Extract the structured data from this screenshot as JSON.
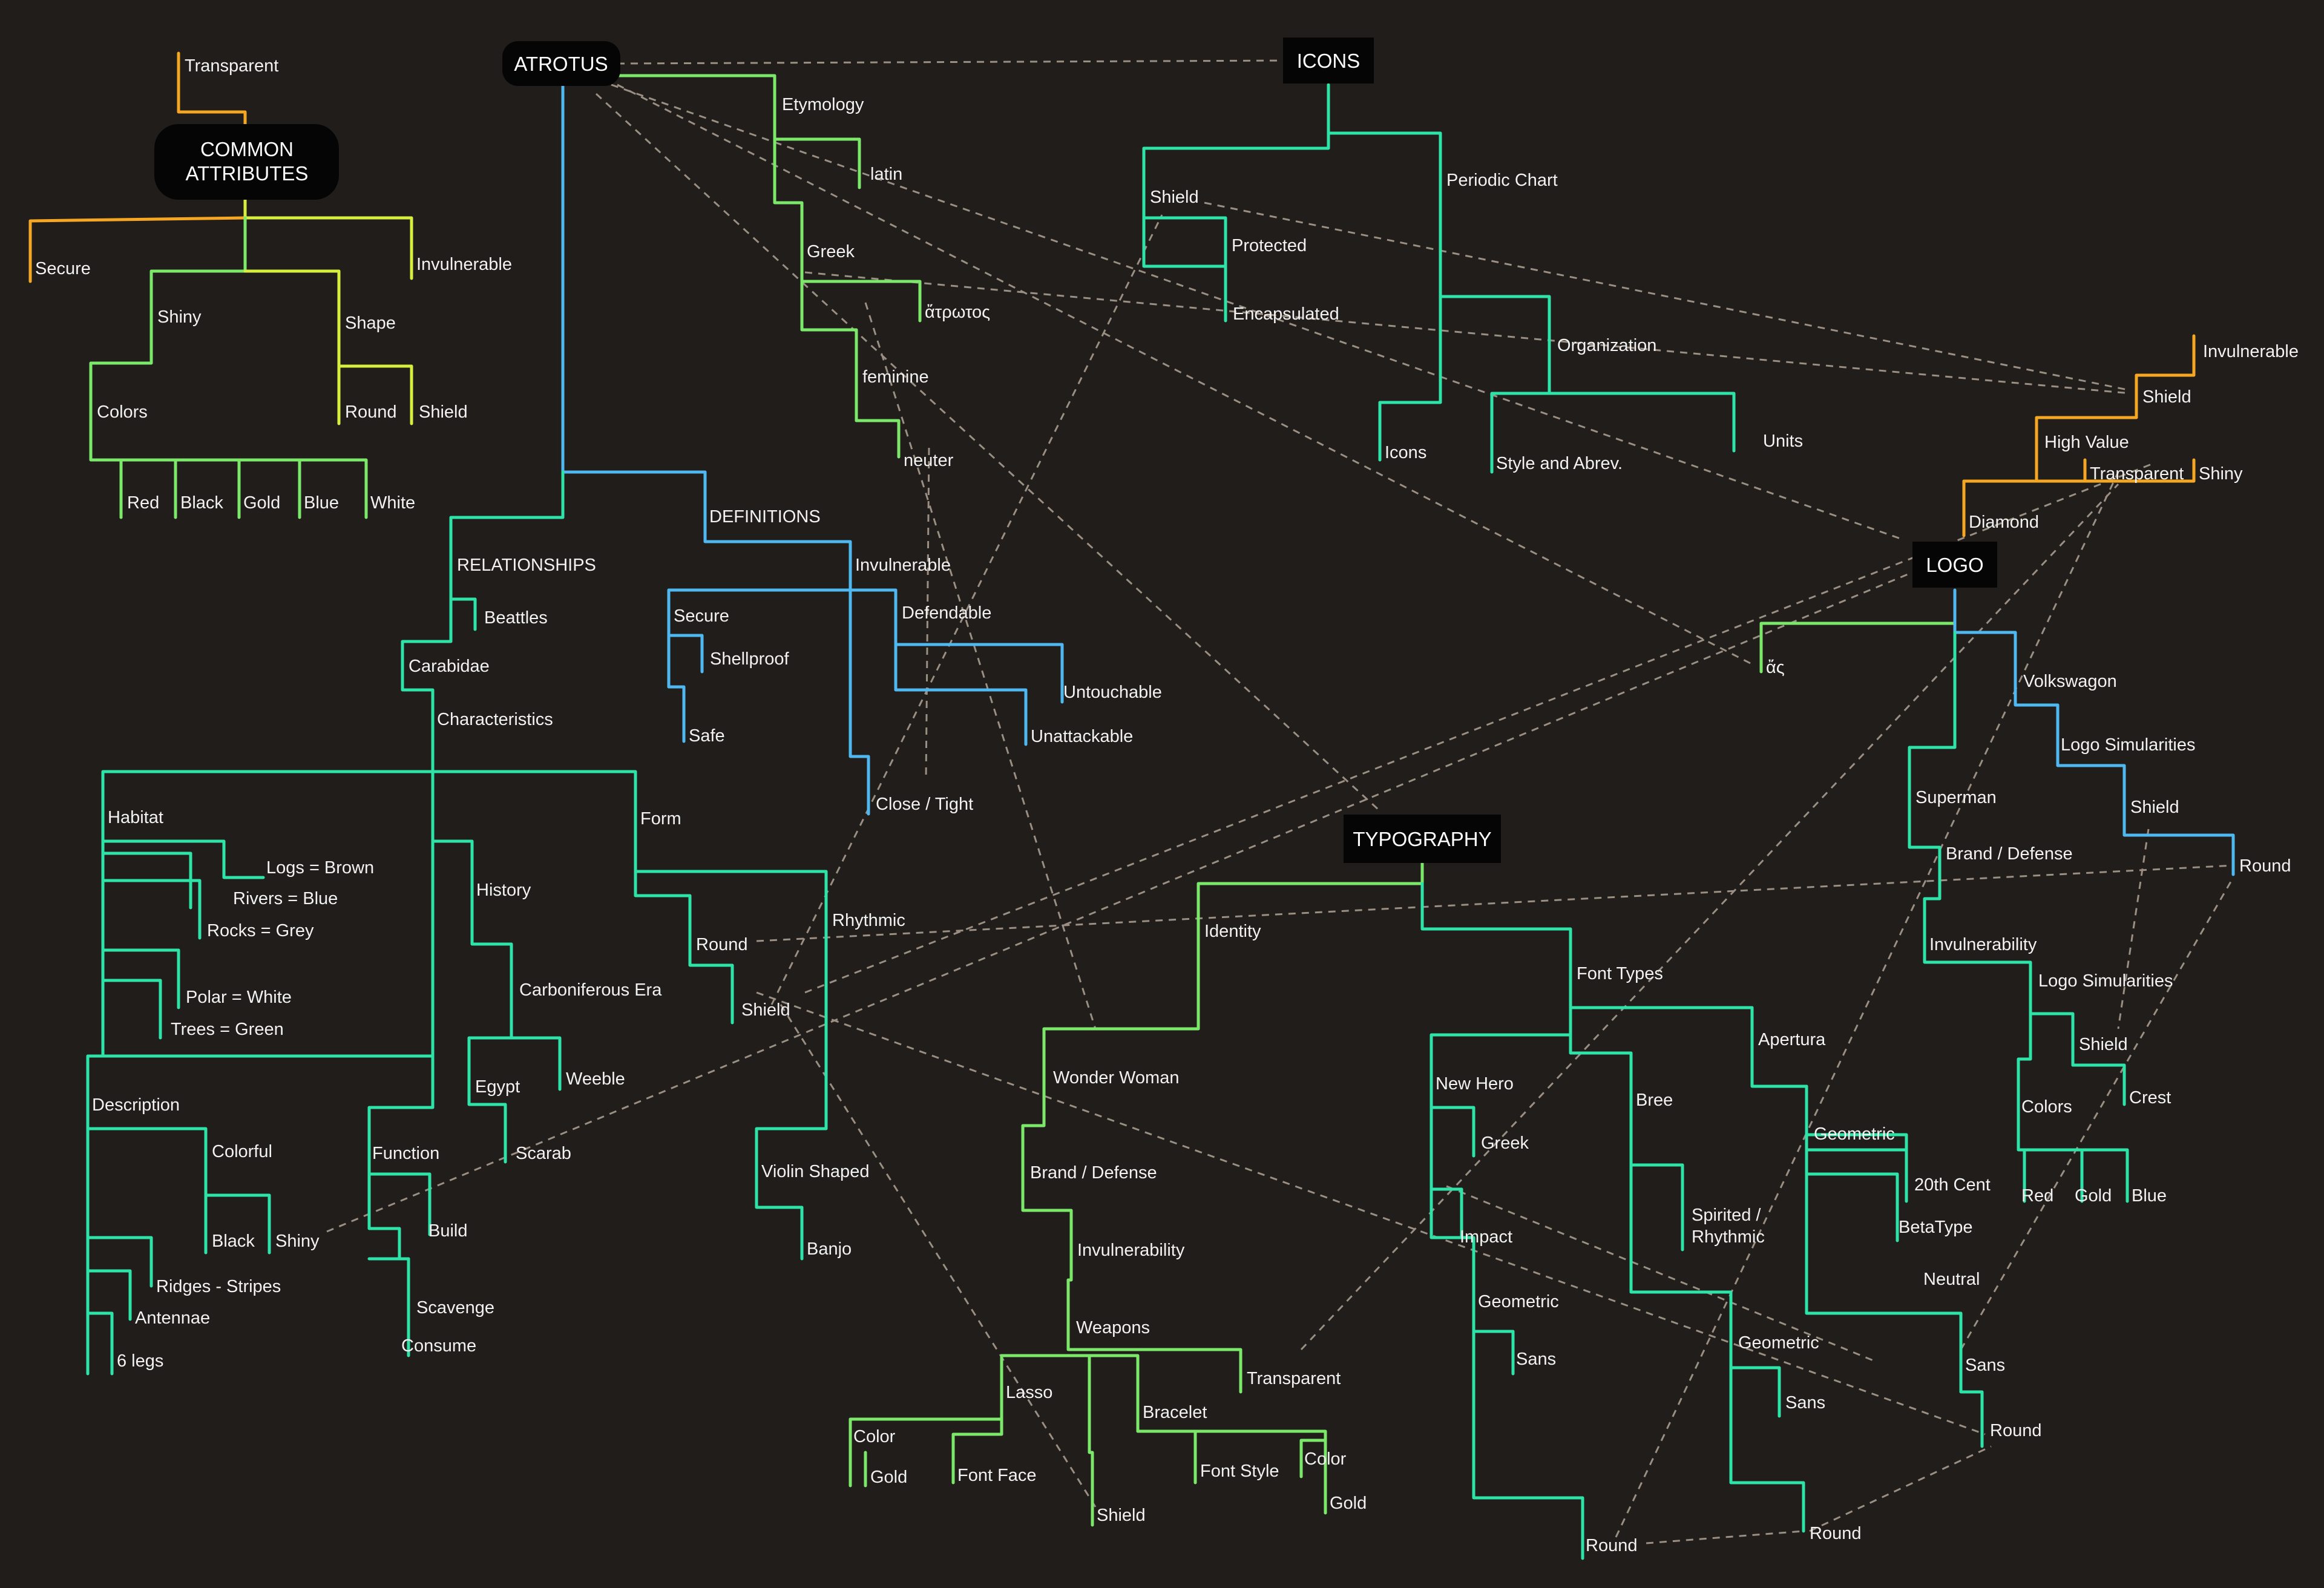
{
  "colors": {
    "background": "#201d1b",
    "teal": "#2ee3a8",
    "green": "#7be86a",
    "yellow": "#d8ee3e",
    "orange": "#f5a623",
    "blue": "#4fb8f0",
    "relationship": "#9a8f82"
  },
  "roots": {
    "atrotus": "ATROTUS",
    "icons": "ICONS",
    "logo": "LOGO",
    "typography": "TYPOGRAPHY",
    "common_line1": "COMMON",
    "common_line2": "ATTRIBUTES"
  },
  "common": {
    "transparent": "Transparent",
    "secure": "Secure",
    "invulnerable": "Invulnerable",
    "shiny": "Shiny",
    "shape": "Shape",
    "colors": "Colors",
    "round": "Round",
    "shield": "Shield",
    "red": "Red",
    "black": "Black",
    "gold": "Gold",
    "blue": "Blue",
    "white": "White"
  },
  "atrotus": {
    "etymology": "Etymology",
    "latin": "latin",
    "greek": "Greek",
    "greek_word": "ἄτρωτος",
    "feminine": "feminine",
    "neuter": "neuter",
    "definitions": "DEFINITIONS",
    "invulnerable": "Invulnerable",
    "secure": "Secure",
    "shellproof": "Shellproof",
    "safe": "Safe",
    "defendable": "Defendable",
    "untouchable": "Untouchable",
    "unattackable": "Unattackable",
    "close_tight": "Close / Tight",
    "relationships": "RELATIONSHIPS",
    "beattles": "Beattles",
    "carabidae": "Carabidae",
    "characteristics": "Characteristics",
    "habitat": "Habitat",
    "logs": "Logs = Brown",
    "rivers": "Rivers = Blue",
    "rocks": "Rocks = Grey",
    "polar": "Polar = White",
    "trees": "Trees = Green",
    "form": "Form",
    "round": "Round",
    "shield": "Shield",
    "rhythmic": "Rhythmic",
    "violin": "Violin Shaped",
    "banjo": "Banjo",
    "history": "History",
    "carboniferous": "Carboniferous Era",
    "egypt": "Egypt",
    "weeble": "Weeble",
    "scarab": "Scarab",
    "description": "Description",
    "colorful": "Colorful",
    "black": "Black",
    "shiny": "Shiny",
    "ridges": "Ridges - Stripes",
    "antennae": "Antennae",
    "six_legs": "6 legs",
    "function": "Function",
    "build": "Build",
    "scavenge": "Scavenge",
    "consume": "Consume"
  },
  "icons": {
    "shield": "Shield",
    "protected": "Protected",
    "encapsulated": "Encapsulated",
    "periodic": "Periodic Chart",
    "organization": "Organization",
    "icons": "Icons",
    "style": "Style and Abrev.",
    "units": "Units"
  },
  "logo": {
    "invulnerable": "Invulnerable",
    "shield": "Shield",
    "high_value": "High Value",
    "transparent": "Transparent",
    "shiny": "Shiny",
    "diamond": "Diamond",
    "as": "ἄς",
    "volkswagon": "Volkswagon",
    "logo_sim": "Logo Simularities",
    "shield2": "Shield",
    "round": "Round",
    "superman": "Superman",
    "brand_defense": "Brand / Defense",
    "invulnerability": "Invulnerability",
    "logo_sim2": "Logo Simularities",
    "shield3": "Shield",
    "crest": "Crest",
    "colors": "Colors",
    "red": "Red",
    "gold": "Gold",
    "blue": "Blue"
  },
  "typography": {
    "identity": "Identity",
    "wonder": "Wonder Woman",
    "brand_defense": "Brand / Defense",
    "invulnerability": "Invulnerability",
    "weapons": "Weapons",
    "transparent": "Transparent",
    "lasso": "Lasso",
    "bracelet": "Bracelet",
    "color1": "Color",
    "gold1": "Gold",
    "font_face": "Font Face",
    "shield": "Shield",
    "font_style": "Font Style",
    "color2": "Color",
    "gold2": "Gold",
    "font_types": "Font Types",
    "new_hero": "New Hero",
    "greek": "Greek",
    "impact": "Impact",
    "geometric1": "Geometric",
    "sans1": "Sans",
    "round1": "Round",
    "bree": "Bree",
    "spirited1": "Spirited /",
    "spirited2": "Rhythmic",
    "geometric2": "Geometric",
    "sans2": "Sans",
    "round2": "Round",
    "apertura": "Apertura",
    "geometric3": "Geometric",
    "twentieth": "20th Cent",
    "betatype": "BetaType",
    "neutral": "Neutral",
    "sans3": "Sans",
    "round3": "Round"
  }
}
